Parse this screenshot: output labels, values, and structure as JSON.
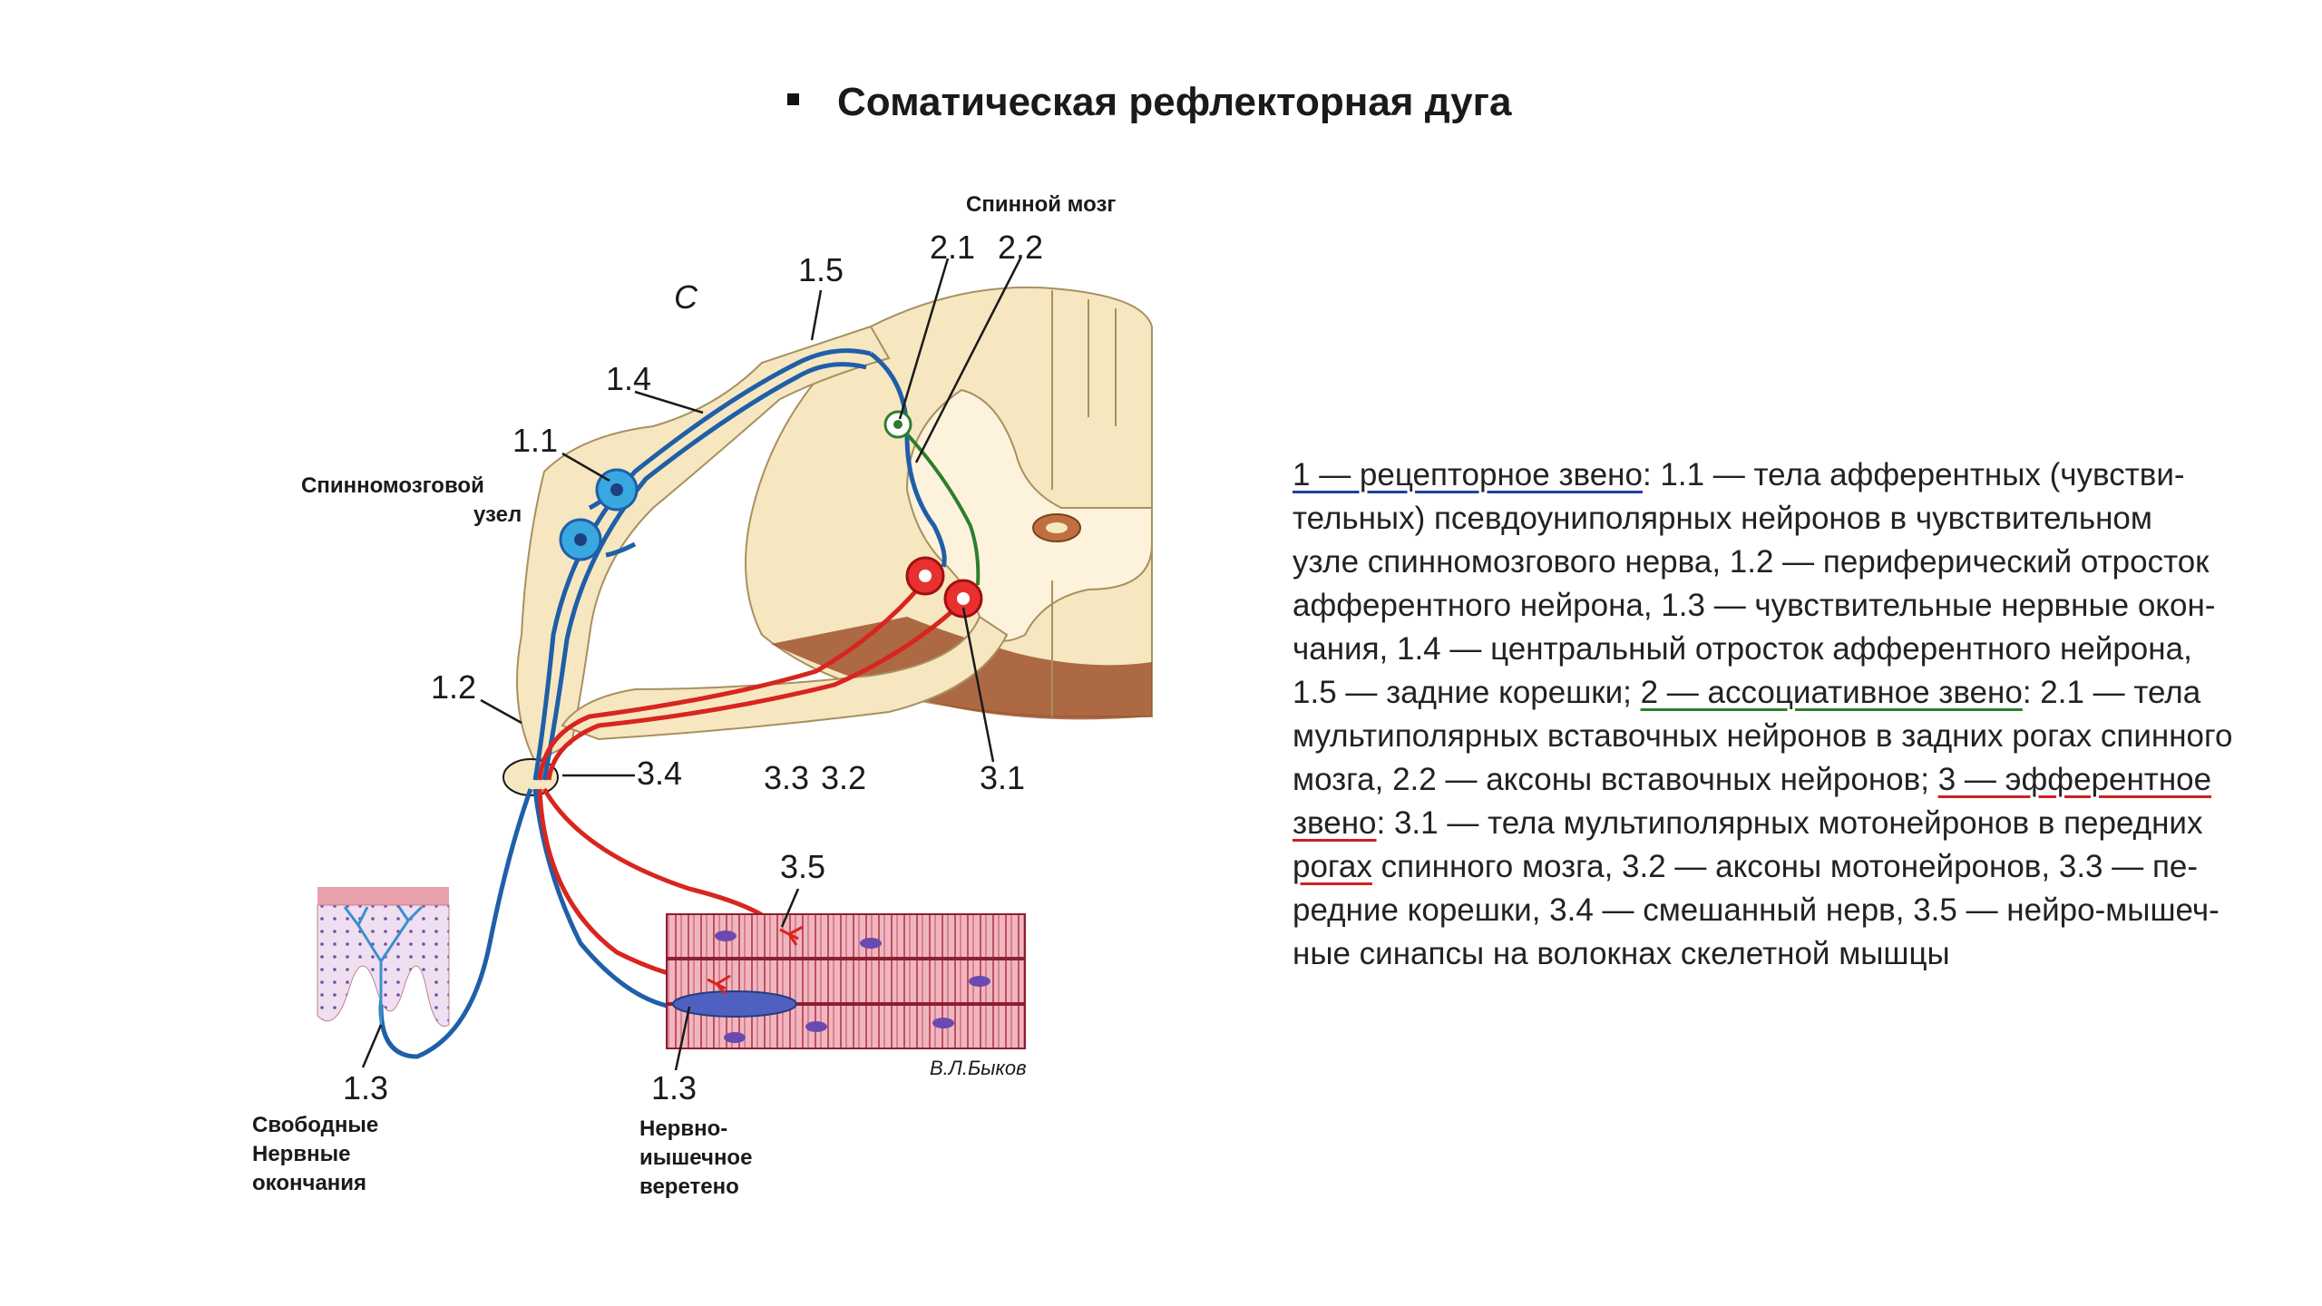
{
  "title": "Соматическая рефлекторная дуга",
  "labels": {
    "spinal_cord": "Спинной мозг",
    "panel_letter": "С",
    "ganglion_line1": "Спинномозговой",
    "ganglion_line2": "узел",
    "n_1_1": "1.1",
    "n_1_2": "1.2",
    "n_1_3_skin": "1.3",
    "n_1_3_spindle": "1.3",
    "n_1_4": "1.4",
    "n_1_5": "1.5",
    "n_2_1": "2.1",
    "n_2_2": "2.2",
    "n_3_1": "3.1",
    "n_3_2": "3.2",
    "n_3_3": "3.3",
    "n_3_4": "3.4",
    "n_3_5": "3.5",
    "free_endings_line1": "Свободные",
    "free_endings_line2": "Нервные",
    "free_endings_line3": "окончания",
    "spindle_line1": "Нервно-",
    "spindle_line2": "иышечное",
    "spindle_line3": "веретено",
    "signature": "В.Л.Быков"
  },
  "legend": {
    "l1_u": "1 — рецепторное звено",
    "l1_rest": ": 1.1 — тела афферентных (чувстви-",
    "l2": "тельных) псевдоуниполярных нейронов в чувствительном",
    "l3": "узле спинномозгового нерва, 1.2 — периферический отросток",
    "l4": "афферентного нейрона, 1.3 — чувствительные нервные окон-",
    "l5": "чания, 1.4 — центральный отросток афферентного нейрона,",
    "l6_pre": "1.5 — задние корешки; ",
    "l6_u": "2 — ассоциативное звено",
    "l6_rest": ": 2.1 — тела",
    "l7": "мультиполярных вставочных нейронов в задних рогах спинного",
    "l8_pre": "мозга, 2.2 — аксоны вставочных нейронов; ",
    "l8_u": "3 — эфферентное",
    "l9_u": "звено",
    "l9_rest": ": 3.1 — тела мультиполярных мотонейронов в передних",
    "l10_u": "рогах",
    "l10_rest": " спинного мозга, 3.2 — аксоны мотонейронов, 3.3 — пе-",
    "l11": "редние корешки, 3.4 — смешанный нерв, 3.5 — нейро-мышеч-",
    "l12": "ные синапсы на волокнах скелетной мышцы"
  },
  "colors": {
    "afferent": "#1f5fa8",
    "association": "#2f7d2f",
    "efferent": "#d8251f",
    "tissue": "#f6e7c1",
    "muscle": "#e8a0aa",
    "underline_blue": "#1f3fa0",
    "underline_green": "#2f7d2f",
    "underline_red": "#d02020"
  }
}
